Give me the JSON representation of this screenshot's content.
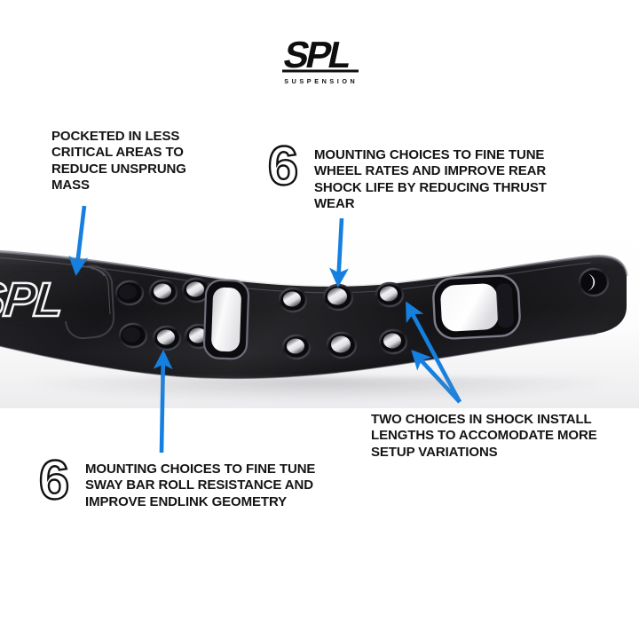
{
  "brand": {
    "logo_text": "SPL",
    "logo_subtitle": "SUSPENSION",
    "logo_icon": "spl-logo-icon"
  },
  "colors": {
    "accent_arrow": "#1580e0",
    "text": "#141414",
    "background": "#ffffff",
    "part_body": "#111114",
    "part_engraving": "#ffffff"
  },
  "callouts": [
    {
      "id": "pocketed",
      "number": "",
      "text": "POCKETED IN LESS\nCRITICAL AREAS TO\nREDUCE UNSPRUNG\nMASS",
      "arrow_count": 1
    },
    {
      "id": "wheel-rates",
      "number": "6",
      "text": "MOUNTING CHOICES TO FINE TUNE\nWHEEL RATES AND IMPROVE REAR\nSHOCK LIFE BY REDUCING THRUST\nWEAR",
      "arrow_count": 1
    },
    {
      "id": "sway-bar",
      "number": "6",
      "text": "MOUNTING CHOICES TO FINE TUNE\nSWAY BAR ROLL RESISTANCE AND\nIMPROVE ENDLINK GEOMETRY",
      "arrow_count": 1
    },
    {
      "id": "shock-install",
      "number": "",
      "text": "TWO CHOICES IN SHOCK INSTALL\nLENGTHS TO ACCOMODATE MORE\nSETUP VARIATIONS",
      "arrow_count": 2
    }
  ],
  "product": {
    "name": "rear-subframe-brace",
    "engraved_logo": "SPL",
    "features": {
      "upper_hole_row": 6,
      "lower_hole_row": 6,
      "oval_slot_count": 1,
      "rounded_rect_cutout_count": 1,
      "end_pivot_hole_count": 1
    }
  }
}
